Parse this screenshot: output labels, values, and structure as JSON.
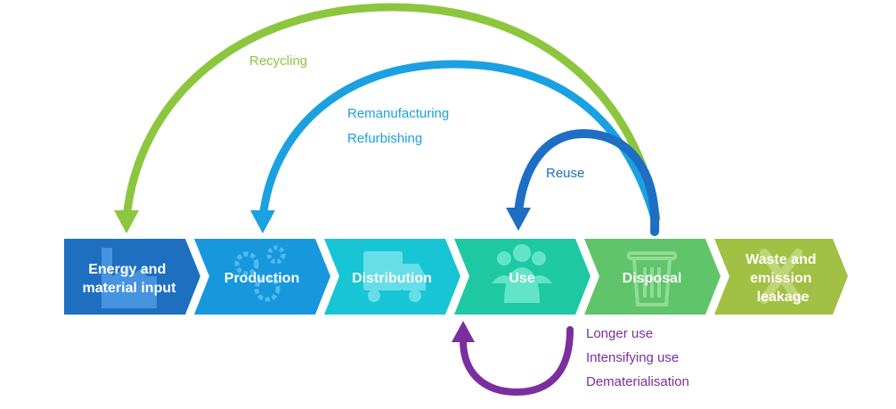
{
  "colors": {
    "recycling": "#8cc63f",
    "remanufacturing": "#1ba1e2",
    "reuse": "#1e6fc4",
    "use_loop": "#7a2fa0",
    "stage_energy": "#1e6fc0",
    "stage_production": "#1798dd",
    "stage_distribution": "#17c5d5",
    "stage_use": "#1ec8a3",
    "stage_disposal": "#5fc46a",
    "stage_waste": "#a2c043"
  },
  "stages": [
    {
      "lines": [
        "Energy and",
        "material input"
      ],
      "icon": "factory-icon"
    },
    {
      "lines": [
        "Production"
      ],
      "icon": "gears-icon"
    },
    {
      "lines": [
        "Distribution"
      ],
      "icon": "truck-icon"
    },
    {
      "lines": [
        "Use"
      ],
      "icon": "people-icon"
    },
    {
      "lines": [
        "Disposal"
      ],
      "icon": "trash-bin-icon"
    },
    {
      "lines": [
        "Waste and",
        "emission",
        "leakage"
      ],
      "icon": "x-icon"
    }
  ],
  "loops": {
    "recycling": "Recycling",
    "remanufacturing": "Remanufacturing",
    "refurbishing": "Refurbishing",
    "reuse": "Reuse",
    "longer_use": "Longer use",
    "intensifying_use": "Intensifying use",
    "dematerialisation": "Dematerialisation"
  }
}
